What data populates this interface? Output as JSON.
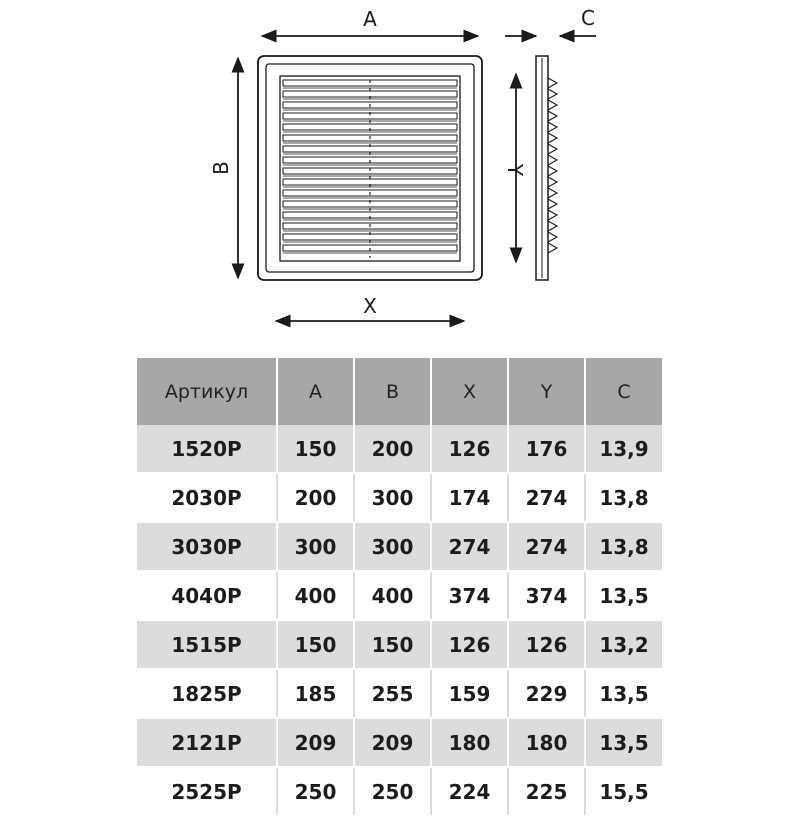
{
  "diagram": {
    "labels": {
      "A": "A",
      "B": "B",
      "C": "C",
      "X": "X",
      "Y": "Y"
    }
  },
  "table": {
    "columns": [
      "Артикул",
      "A",
      "B",
      "X",
      "Y",
      "C"
    ],
    "rows": [
      [
        "1520P",
        "150",
        "200",
        "126",
        "176",
        "13,9"
      ],
      [
        "2030P",
        "200",
        "300",
        "174",
        "274",
        "13,8"
      ],
      [
        "3030P",
        "300",
        "300",
        "274",
        "274",
        "13,8"
      ],
      [
        "4040P",
        "400",
        "400",
        "374",
        "374",
        "13,5"
      ],
      [
        "1515P",
        "150",
        "150",
        "126",
        "126",
        "13,2"
      ],
      [
        "1825P",
        "185",
        "255",
        "159",
        "229",
        "13,5"
      ],
      [
        "2121P",
        "209",
        "209",
        "180",
        "180",
        "13,5"
      ],
      [
        "2525P",
        "250",
        "250",
        "224",
        "225",
        "15,5"
      ]
    ]
  },
  "colors": {
    "header_bg": "#a7a7a7",
    "stripe_bg": "#dcdcdc",
    "line": "#1a1a1a"
  }
}
